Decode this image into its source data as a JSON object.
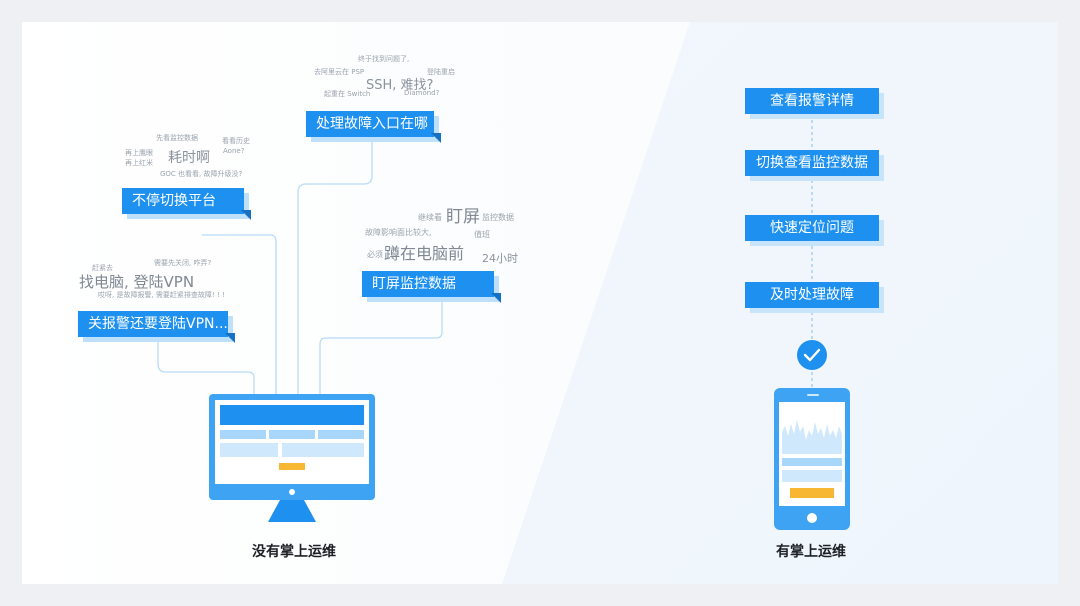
{
  "left_panel": {
    "caption": "没有掌上运维",
    "tags": {
      "switch_platform": "不停切换平台",
      "where_entry": "处理故障入口在哪",
      "stare_screen": "盯屏监控数据",
      "vpn": "关报警还要登陆VPN..."
    },
    "cloud_entry": {
      "w1": "终于找到问题了,",
      "w2": "去阿里云在 PSP",
      "w3": "SSH, 难找?",
      "w4": "登陆重启",
      "w5": "起重在 Switch",
      "w6": "Diamond?"
    },
    "cloud_platform": {
      "w1": "先看监控数据",
      "w2": "看看历史",
      "w3": "再上鹰眼",
      "w4": "耗时啊",
      "w5": "Aone?",
      "w6": "再上红米",
      "w7": "GOC 也看看, 故障升级没?"
    },
    "cloud_stare": {
      "w1": "继续看",
      "w2": "盯屏",
      "w3": "监控数据",
      "w4": "故障影响面比较大,",
      "w5": "值班",
      "w6": "必须",
      "w7": "蹲在电脑前",
      "w8": "24小时"
    },
    "cloud_vpn": {
      "w1": "赶紧去",
      "w2": "需要先关闭, 咋弄?",
      "w3": "找电脑, 登陆VPN",
      "w4": "哎呀, 是故障报警, 需要赶紧排查故障! ! !"
    }
  },
  "right_panel": {
    "caption": "有掌上运维",
    "steps": [
      "查看报警详情",
      "切换查看监控数据",
      "快速定位问题",
      "及时处理故障"
    ]
  },
  "colors": {
    "accent": "#1e90ef",
    "accent_dark": "#1670c4",
    "light_blue": "#a9d6fb",
    "panel_right_bg": "#f3f8fd"
  }
}
